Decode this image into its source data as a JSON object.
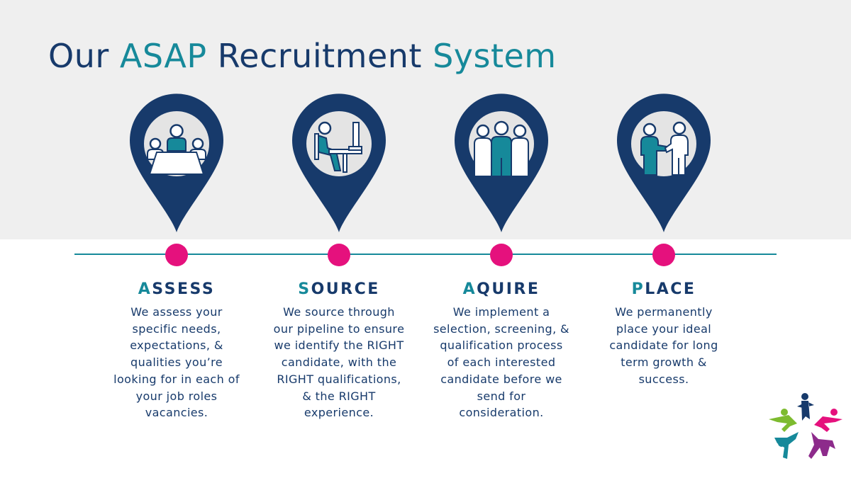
{
  "title": {
    "part1": "Our",
    "part2": "ASAP",
    "part3": "Recruitment",
    "part4": "System"
  },
  "colors": {
    "navy": "#173a6b",
    "teal": "#16899a",
    "magenta": "#e5117d",
    "band": "#efefef"
  },
  "steps": [
    {
      "icon": "meeting-table-icon",
      "title_first": "A",
      "title_rest": "SSESS",
      "lines": [
        "We assess your",
        "specific needs,",
        "expectations, &",
        "qualities you’re",
        "looking for in each of",
        "your job roles",
        "vacancies."
      ]
    },
    {
      "icon": "computer-user-icon",
      "title_first": "S",
      "title_rest": "OURCE",
      "lines": [
        "We source through",
        "our pipeline to ensure",
        "we identify the RIGHT",
        "candidate, with the",
        "RIGHT qualifications,",
        "& the RIGHT",
        "experience."
      ]
    },
    {
      "icon": "group-icon",
      "title_first": "A",
      "title_rest": "QUIRE",
      "lines": [
        "We implement a",
        "selection, screening, &",
        "qualification process",
        "of each interested",
        "candidate before we",
        "send for",
        "consideration."
      ]
    },
    {
      "icon": "handshake-icon",
      "title_first": "P",
      "title_rest": "LACE",
      "lines": [
        "We permanently",
        "place your ideal",
        "candidate for long",
        "term growth &",
        "success."
      ]
    }
  ],
  "logo": {
    "icon": "people-star-logo"
  }
}
